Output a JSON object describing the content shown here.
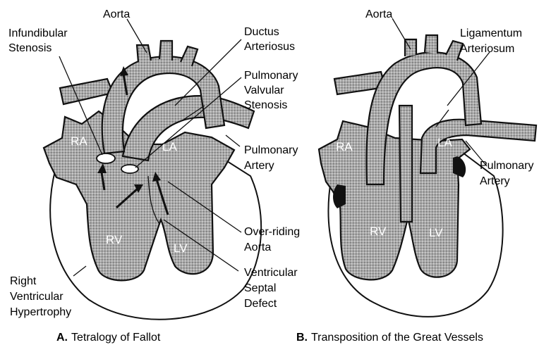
{
  "diagram_a": {
    "labels": {
      "aorta": "Aorta",
      "infundibular_1": "Infundibular",
      "infundibular_2": "Stenosis",
      "ductus_1": "Ductus",
      "ductus_2": "Arteriosus",
      "pulm_valv_1": "Pulmonary",
      "pulm_valv_2": "Valvular",
      "pulm_valv_3": "Stenosis",
      "pulm_art_1": "Pulmonary",
      "pulm_art_2": "Artery",
      "overriding_1": "Over-riding",
      "overriding_2": "Aorta",
      "vsd_1": "Ventricular",
      "vsd_2": "Septal",
      "vsd_3": "Defect",
      "rvh_1": "Right",
      "rvh_2": "Ventricular",
      "rvh_3": "Hypertrophy"
    },
    "chambers": {
      "ra": "RA",
      "la": "LA",
      "rv": "RV",
      "lv": "LV"
    },
    "caption_letter": "A.",
    "caption_text": "Tetralogy of Fallot"
  },
  "diagram_b": {
    "labels": {
      "aorta": "Aorta",
      "ligamentum_1": "Ligamentum",
      "ligamentum_2": "Arteriosum",
      "pulm_art_1": "Pulmonary",
      "pulm_art_2": "Artery"
    },
    "chambers": {
      "ra": "RA",
      "la": "LA",
      "rv": "RV",
      "lv": "LV"
    },
    "caption_letter": "B.",
    "caption_text": "Transposition of the Great Vessels"
  }
}
